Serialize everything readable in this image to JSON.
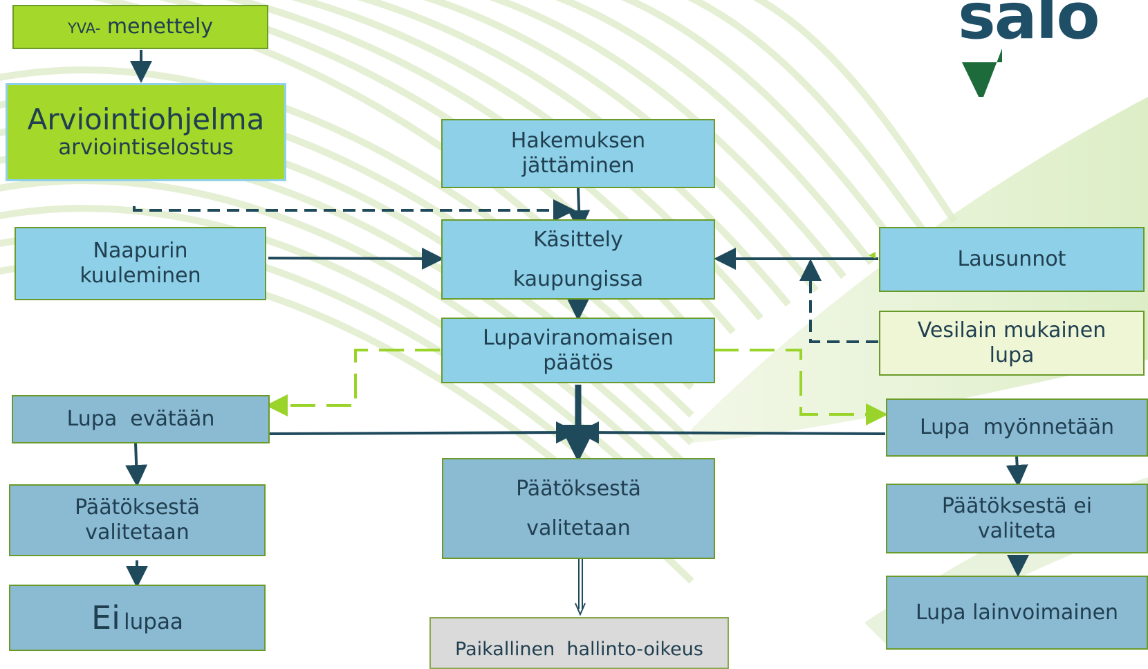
{
  "logo": {
    "text": "salo"
  },
  "boxes": {
    "yva": {
      "prefix": "YVA-",
      "label": "menettely"
    },
    "arviointi": {
      "line1": "Arviointiohjelma",
      "line2": "arviointiselostus"
    },
    "hakemus": {
      "line1": "Hakemuksen",
      "line2": "jättäminen"
    },
    "naapuri": {
      "line1": "Naapurin",
      "line2": "kuuleminen"
    },
    "kasittely": {
      "line1": "Käsittely",
      "line2": "kaupungissa"
    },
    "lausunnot": {
      "label": "Lausunnot"
    },
    "lupavirano": {
      "line1": "Lupaviranomaisen",
      "line2": "päätös"
    },
    "vesilaki": {
      "line1": "Vesilain mukainen",
      "line2": "lupa"
    },
    "evataan": {
      "label": "Lupa  evätään"
    },
    "myonnetaan": {
      "label": "Lupa  myönnetään"
    },
    "valitetaan_left": {
      "line1": "Päätöksestä",
      "line2": "valitetaan"
    },
    "valitetaan_center": {
      "line1": "Päätöksestä",
      "line2": "valitetaan"
    },
    "ei_valiteta": {
      "line1": "Päätöksestä ei",
      "line2": "valiteta"
    },
    "ei_lupaa": {
      "big": "Ei",
      "small": "lupaa"
    },
    "hallinto": {
      "label": "Paikallinen  hallinto-oikeus"
    },
    "lainvoimainen": {
      "label": "Lupa lainvoimainen"
    }
  },
  "colors": {
    "arrow": "#1f4a5c",
    "dashed_green": "#9ad42a",
    "box_light_blue": "#8ed0e8",
    "box_mid_blue": "#8bbad3",
    "box_green": "#a4d82a",
    "box_border": "#6a9b2a"
  }
}
